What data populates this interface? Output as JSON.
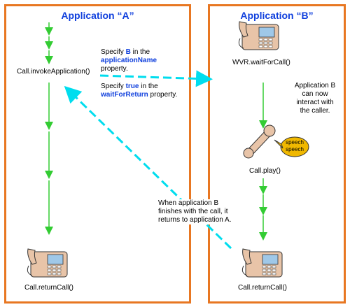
{
  "panelA": {
    "title": "Application “A”"
  },
  "panelB": {
    "title": "Application “B”"
  },
  "labels": {
    "invoke": "Call.invokeApplication()",
    "returnA": "Call.returnCall()",
    "wait": "WVR.waitForCall()",
    "play": "Call.play()",
    "returnB": "Call.returnCall()"
  },
  "notes": {
    "specifyB_1": "Specify ",
    "specifyB_value": "B",
    "specifyB_2": " in the",
    "specifyB_prop": "applicationName",
    "specifyB_3": "property.",
    "specifyTrue_1": "Specify ",
    "specifyTrue_value": "true",
    "specifyTrue_2": " in the",
    "specifyTrue_prop": "waitForReturn",
    "specifyTrue_3": " property.",
    "interact_1": "Application B",
    "interact_2": "can now",
    "interact_3": "interact with",
    "interact_4": "the caller.",
    "finish_1": "When application B",
    "finish_2": "finishes with the call, it",
    "finish_3": "returns to application A."
  },
  "bubble": {
    "line1": "speech",
    "line2": "speech"
  },
  "colors": {
    "panel_border": "#E87722",
    "title": "#1040DD",
    "green_arrow": "#33CC33",
    "cyan_arrow": "#00DDEE",
    "bubble": "#F0B800"
  },
  "icons": [
    "phone-icon",
    "handset-icon",
    "speech-bubble-icon"
  ]
}
